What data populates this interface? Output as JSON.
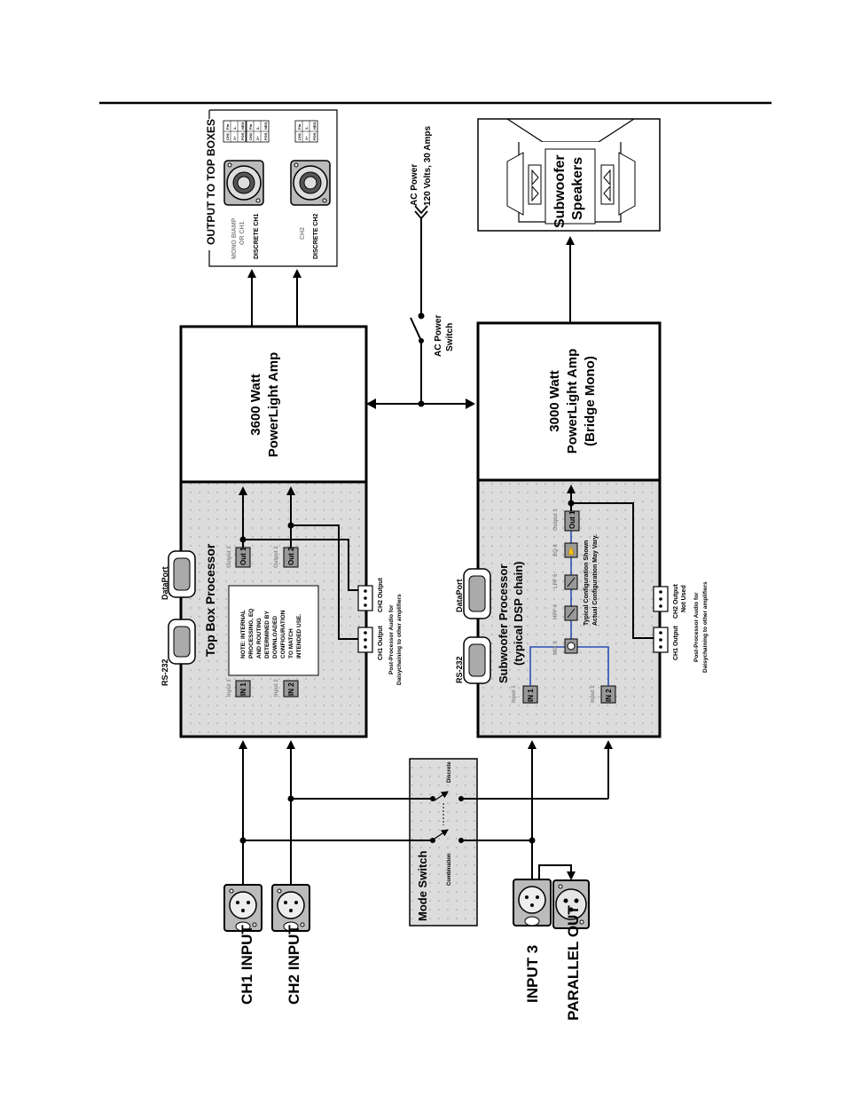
{
  "inputs": {
    "ch1": "CH1 INPUT",
    "ch2": "CH2 INPUT",
    "input3": "INPUT 3",
    "parallel_out": "PARALLEL OUT"
  },
  "mode_switch": {
    "title": "Mode Switch",
    "combination": "Combination",
    "discrete": "Discrete"
  },
  "top_processor": {
    "title": "Top Box Processor",
    "rs232": "RS-232",
    "dataport": "DataPort",
    "input1_label": "Input 1",
    "input2_label": "Input 2",
    "in1": "IN 1",
    "in2": "IN 2",
    "output1_label": "Output 1",
    "output2_label": "Output 2",
    "out1": "Out 1",
    "out2": "Out 2",
    "note": [
      "NOTE: INTERNAL",
      "PROCESSING, EQ",
      "AND ROUTING",
      "DETERMINED BY",
      "DOWNLOADED",
      "CONFIGURATION",
      "TO MATCH",
      "INTENDED USE."
    ],
    "ch1_output": "CH1 Output",
    "ch2_output": "CH2 Output",
    "post1": "Post-Processor Audio for",
    "post2": "Daisychaining to other amplifiers"
  },
  "top_amp": {
    "line1": "3600 Watt",
    "line2": "PowerLight Amp"
  },
  "sub_processor": {
    "title1": "Subwoofer Processor",
    "title2": "(typical DSP chain)",
    "rs232": "RS-232",
    "dataport": "DataPort",
    "input1_label": "Input 1",
    "input2_label": "Input 2",
    "in1": "IN 1",
    "in2": "IN 2",
    "mix": "MIX 3",
    "hpf": "HPF 4",
    "lpf": "LPF 5",
    "eq": "EQ 6",
    "output1_label": "Output 1",
    "out1": "Out 1",
    "typical1": "Typical Configuration Shown",
    "typical2": "Actual Configuration May Vary.",
    "ch1_output": "CH1 Output",
    "ch2_output": "CH2 Output",
    "not_used": "Not Used",
    "post1": "Post-Processor Audio for",
    "post2": "Daisychaining to other amplifiers"
  },
  "sub_amp": {
    "line1": "3000 Watt",
    "line2": "PowerLight Amp",
    "line3": "(Bridge Mono)"
  },
  "ac": {
    "switch1": "AC Power",
    "switch2": "Switch",
    "power1": "AC Power",
    "power2": "120 Volts, 30 Amps"
  },
  "top_outputs": {
    "title": "OUTPUT TO TOP BOXES",
    "mono1": "MONO BIAMP",
    "mono2": "OR CH1",
    "discrete_ch1": "DISCRETE CH1",
    "ch2": "CH2",
    "discrete_ch2": "DISCRETE CH2",
    "ch1_table": [
      "CH1",
      "Pin",
      "1+",
      "1-",
      "POS",
      "NEG"
    ],
    "ch2_table": [
      "CH2",
      "Pin",
      "2+",
      "2-",
      "POS",
      "NEG"
    ],
    "ch1b_table": [
      "CH1",
      "Pin",
      "1+",
      "1-",
      "POS",
      "NEG"
    ]
  },
  "speakers": {
    "line1": "Subwoofer",
    "line2": "Speakers"
  }
}
